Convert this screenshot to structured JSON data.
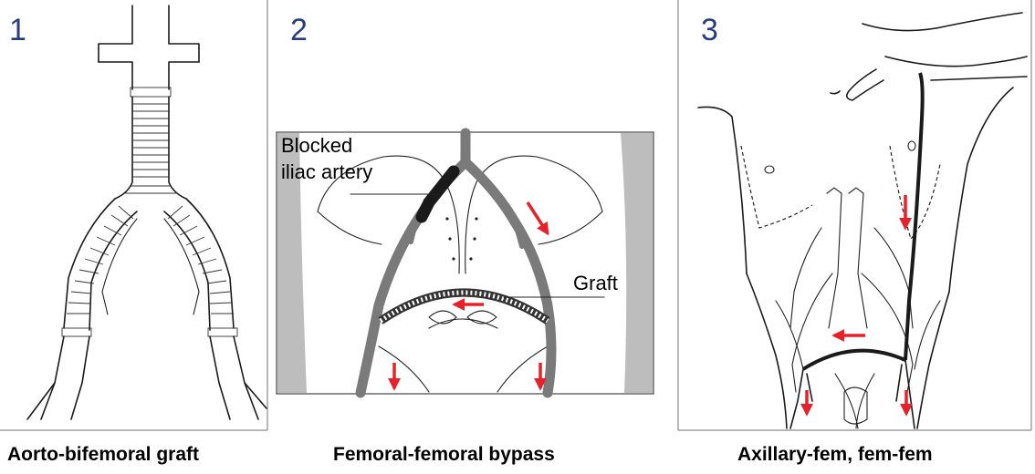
{
  "colors": {
    "panel_number": "#2a3d7c",
    "arrow": "#e8202a",
    "vessel": "#7a7a7a",
    "border": "#8a8a8a",
    "inset_side": "#bdbdbd"
  },
  "panels": [
    {
      "number": "1",
      "caption": "Aorto-bifemoral graft"
    },
    {
      "number": "2",
      "caption": "Femoral-femoral bypass",
      "labels": {
        "blocked_line1": "Blocked",
        "blocked_line2": "iliac artery",
        "graft": "Graft"
      }
    },
    {
      "number": "3",
      "caption": "Axillary-fem, fem-fem"
    }
  ]
}
